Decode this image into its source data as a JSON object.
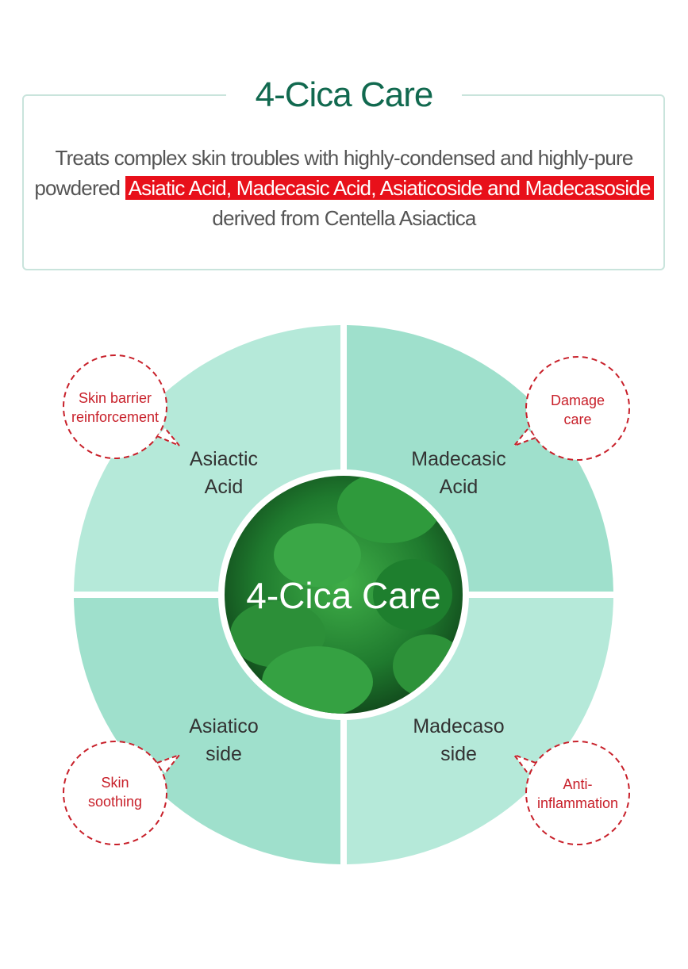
{
  "header": {
    "title": "4-Cica Care",
    "description_before": "Treats complex skin troubles with highly-condensed and highly-pure powdered",
    "description_highlight": "Asiatic Acid, Madecasic Acid, Asiaticoside and Madecasoside",
    "description_after": "derived from Centella Asiactica"
  },
  "diagram": {
    "center_label": "4-Cica Care",
    "quadrants": [
      {
        "line1": "Asiactic",
        "line2": "Acid",
        "benefit1": "Skin barrier",
        "benefit2": "reinforcement"
      },
      {
        "line1": "Madecasic",
        "line2": "Acid",
        "benefit1": "Damage",
        "benefit2": "care"
      },
      {
        "line1": "Asiatico",
        "line2": "side",
        "benefit1": "Skin",
        "benefit2": "soothing"
      },
      {
        "line1": "Madecaso",
        "line2": "side",
        "benefit1": "Anti-",
        "benefit2": "inflammation"
      }
    ],
    "colors": {
      "light": "#b5e9d9",
      "dark": "#9fe0cc",
      "accent": "#11694f",
      "highlight": "#e8101a",
      "bubble": "#c8202a"
    }
  }
}
